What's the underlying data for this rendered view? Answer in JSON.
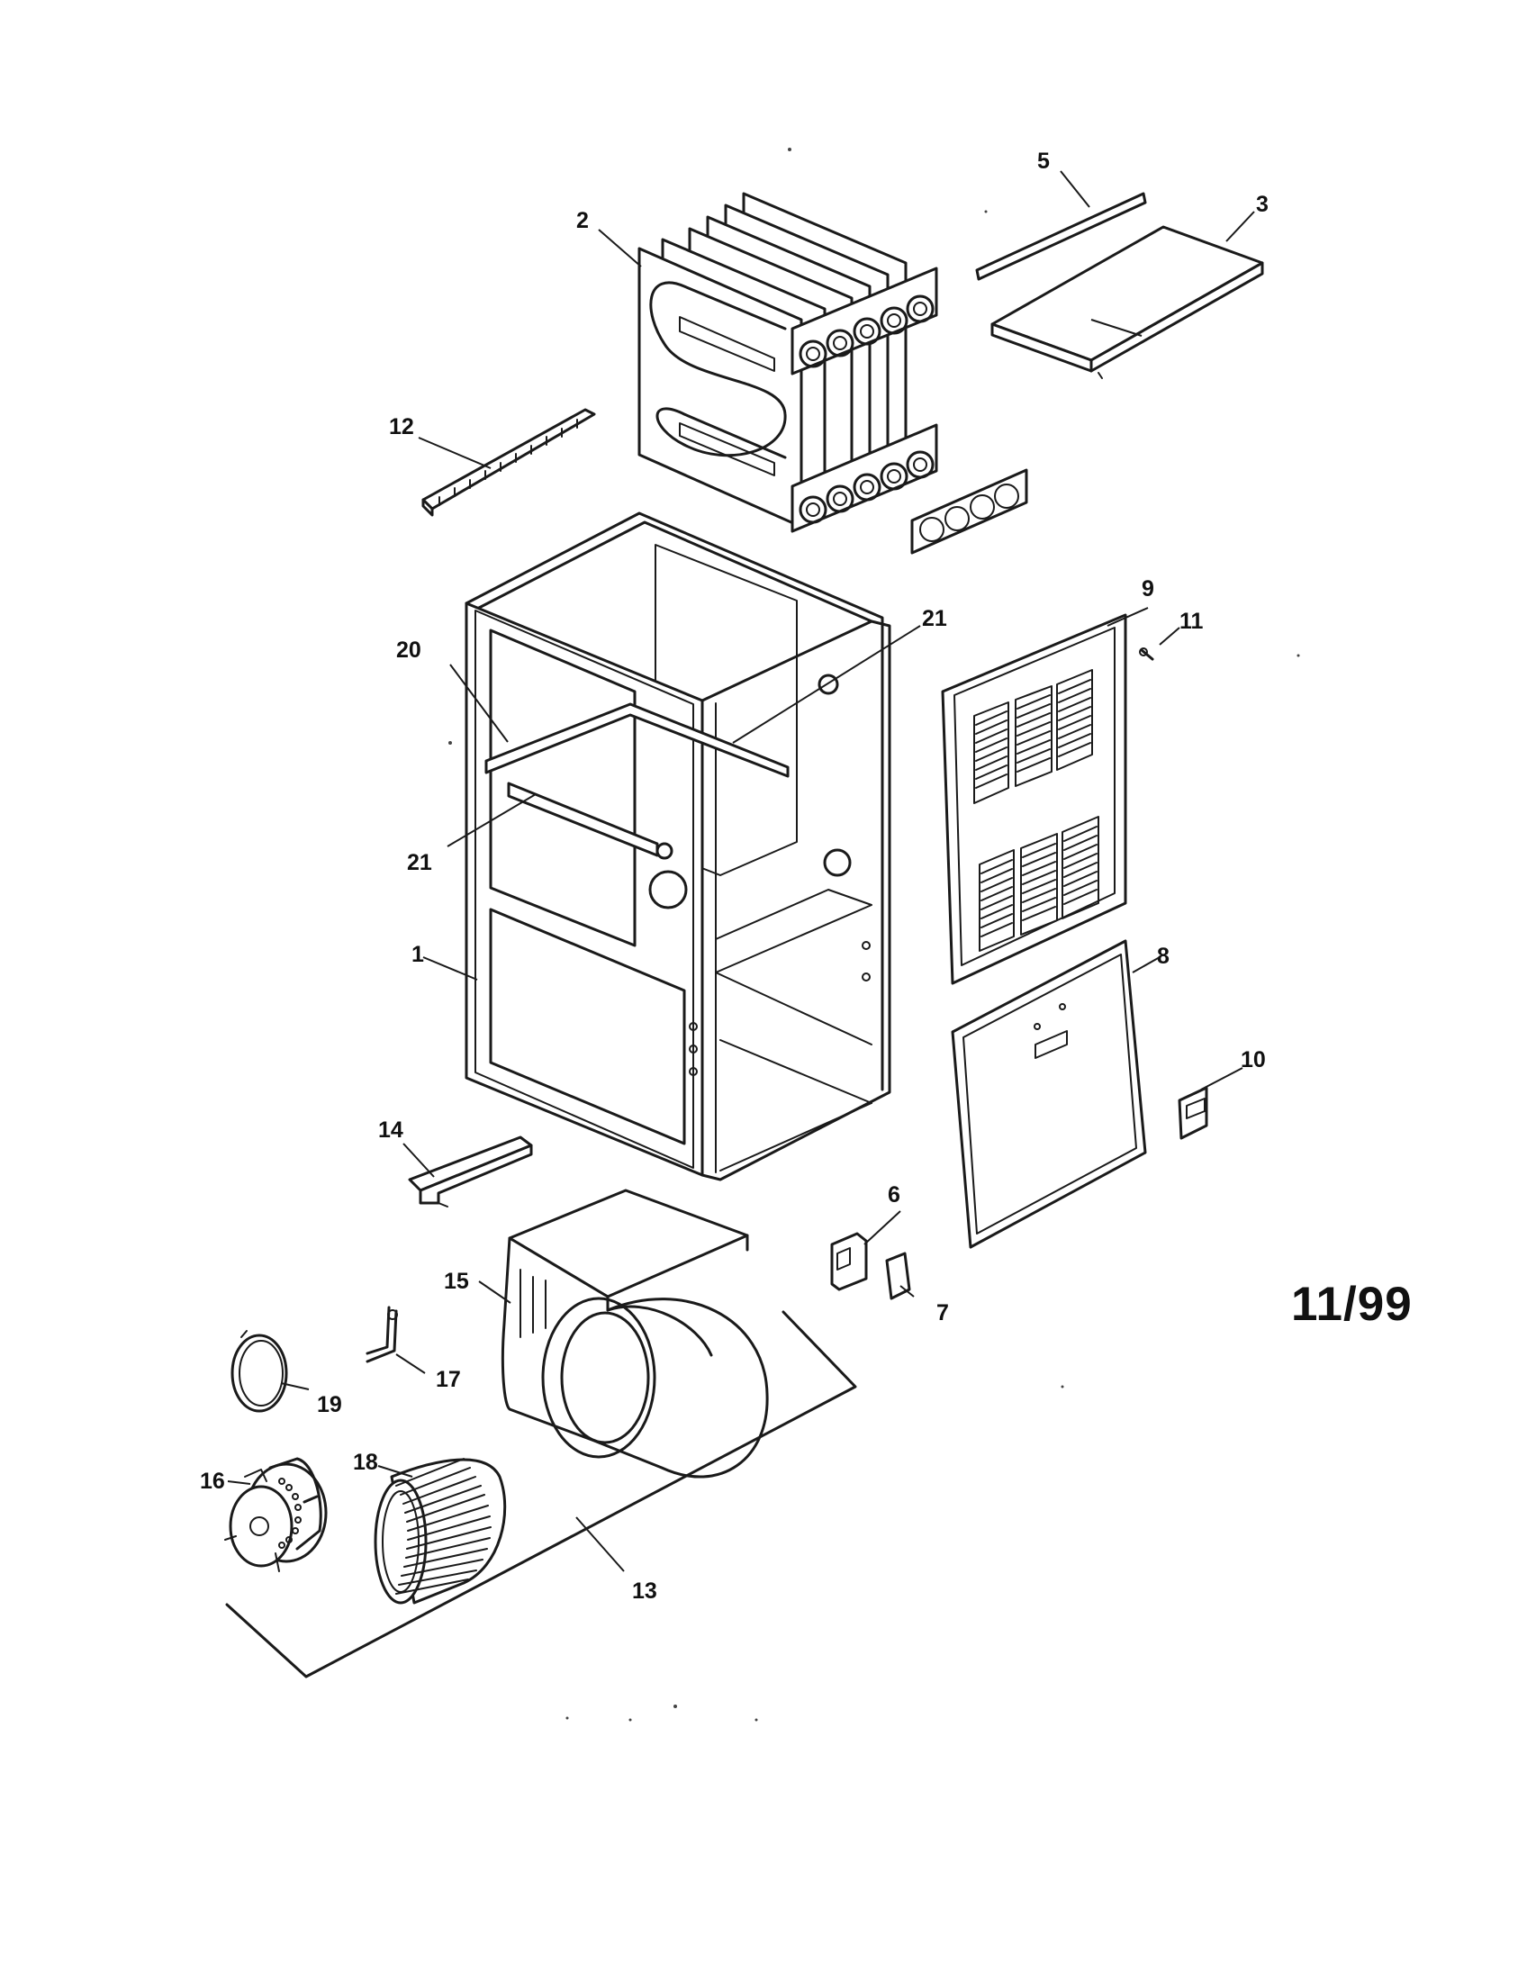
{
  "drawing": {
    "date_stamp": "11/99",
    "callouts": [
      {
        "id": "1",
        "label": "1"
      },
      {
        "id": "2",
        "label": "2"
      },
      {
        "id": "3",
        "label": "3"
      },
      {
        "id": "5",
        "label": "5"
      },
      {
        "id": "6",
        "label": "6"
      },
      {
        "id": "7",
        "label": "7"
      },
      {
        "id": "8",
        "label": "8"
      },
      {
        "id": "9",
        "label": "9"
      },
      {
        "id": "10",
        "label": "10"
      },
      {
        "id": "11",
        "label": "11"
      },
      {
        "id": "12",
        "label": "12"
      },
      {
        "id": "13",
        "label": "13"
      },
      {
        "id": "14",
        "label": "14"
      },
      {
        "id": "15",
        "label": "15"
      },
      {
        "id": "16",
        "label": "16"
      },
      {
        "id": "17",
        "label": "17"
      },
      {
        "id": "18",
        "label": "18"
      },
      {
        "id": "19",
        "label": "19"
      },
      {
        "id": "20",
        "label": "20"
      },
      {
        "id": "21a",
        "label": "21"
      },
      {
        "id": "21b",
        "label": "21"
      }
    ]
  }
}
